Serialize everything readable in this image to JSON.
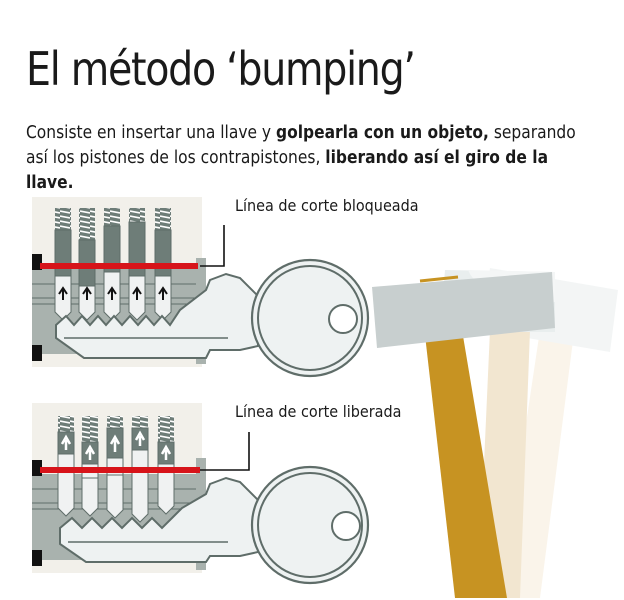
{
  "header": {
    "title": "El método ‘bumping’",
    "subtitle": {
      "part1": "Consiste en insertar una llave y ",
      "bold1": "golpearla con un objeto,",
      "part2": " separando así los pistones de los contrapistones, ",
      "bold2": "liberando así el giro de la llave."
    }
  },
  "diagram": {
    "top_panel": {
      "label": "Línea de corte bloqueada",
      "state": "blocked",
      "arrow_direction": "up"
    },
    "bottom_panel": {
      "label": "Línea de corte liberada",
      "state": "released",
      "arrow_direction": "up"
    },
    "colors": {
      "cut_line": "#d7141a",
      "housing": "#f2f0ea",
      "plug": "#a9b2ae",
      "pin_dark": "#6e7d78",
      "key_fill": "#eef2f2",
      "key_stroke": "#5f6d69",
      "hammer_head": "#c9d0d0",
      "hammer_handle": "#c79322",
      "hammer_ghost1": "#f2e4cc",
      "hammer_ghost2": "#f8efe1"
    }
  }
}
